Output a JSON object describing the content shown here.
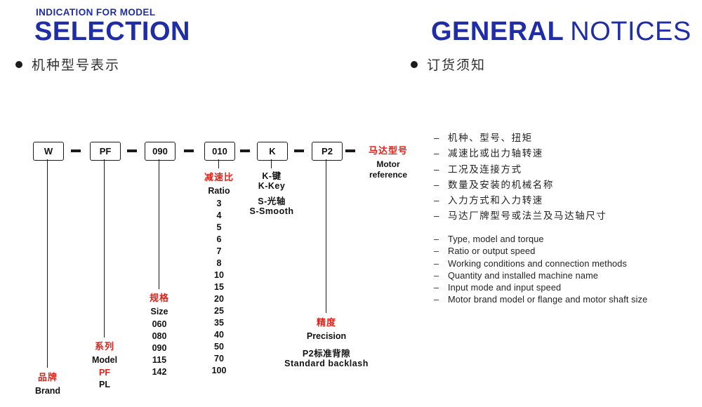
{
  "colors": {
    "blue": "#1f2da6",
    "red": "#e32119",
    "text": "#141414"
  },
  "header": {
    "left": {
      "kicker": "INDICATION FOR MODEL",
      "title": "SELECTION",
      "subtitle": "机种型号表示"
    },
    "right": {
      "title_bold": "GENERAL",
      "title_light": "NOTICES",
      "subtitle": "订货须知"
    }
  },
  "diagram": {
    "boxes": [
      "W",
      "PF",
      "090",
      "010",
      "K",
      "P2"
    ],
    "motor": {
      "cn": "马达型号",
      "en": "Motor reference"
    },
    "brand": {
      "cn": "品牌",
      "en": "Brand"
    },
    "model": {
      "cn": "系列",
      "en": "Model",
      "opt1": "PF",
      "opt2": "PL"
    },
    "size": {
      "cn": "规格",
      "en": "Size",
      "values": [
        "060",
        "080",
        "090",
        "115",
        "142"
      ]
    },
    "ratio": {
      "cn": "减速比",
      "en": "Ratio",
      "values": [
        "3",
        "4",
        "5",
        "6",
        "7",
        "8",
        "10",
        "15",
        "20",
        "25",
        "35",
        "40",
        "50",
        "70",
        "100"
      ]
    },
    "key": {
      "line1": "K-键",
      "line2": "K-Key",
      "line3": "S-光轴",
      "line4": "S-Smooth"
    },
    "precision": {
      "cn": "精度",
      "en": "Precision",
      "note_cn": "P2标准背隙",
      "note_en": "Standard backlash"
    }
  },
  "notices": {
    "cn": [
      "机种、型号、扭矩",
      "减速比或出力轴转速",
      "工况及连接方式",
      "数量及安装的机械名称",
      "入力方式和入力转速",
      "马达厂牌型号或法兰及马达轴尺寸"
    ],
    "en": [
      "Type, model and torque",
      "Ratio or output speed",
      "Working conditions and connection methods",
      "Quantity and installed machine name",
      "Input mode and input speed",
      "Motor brand model or flange and motor shaft size"
    ]
  }
}
